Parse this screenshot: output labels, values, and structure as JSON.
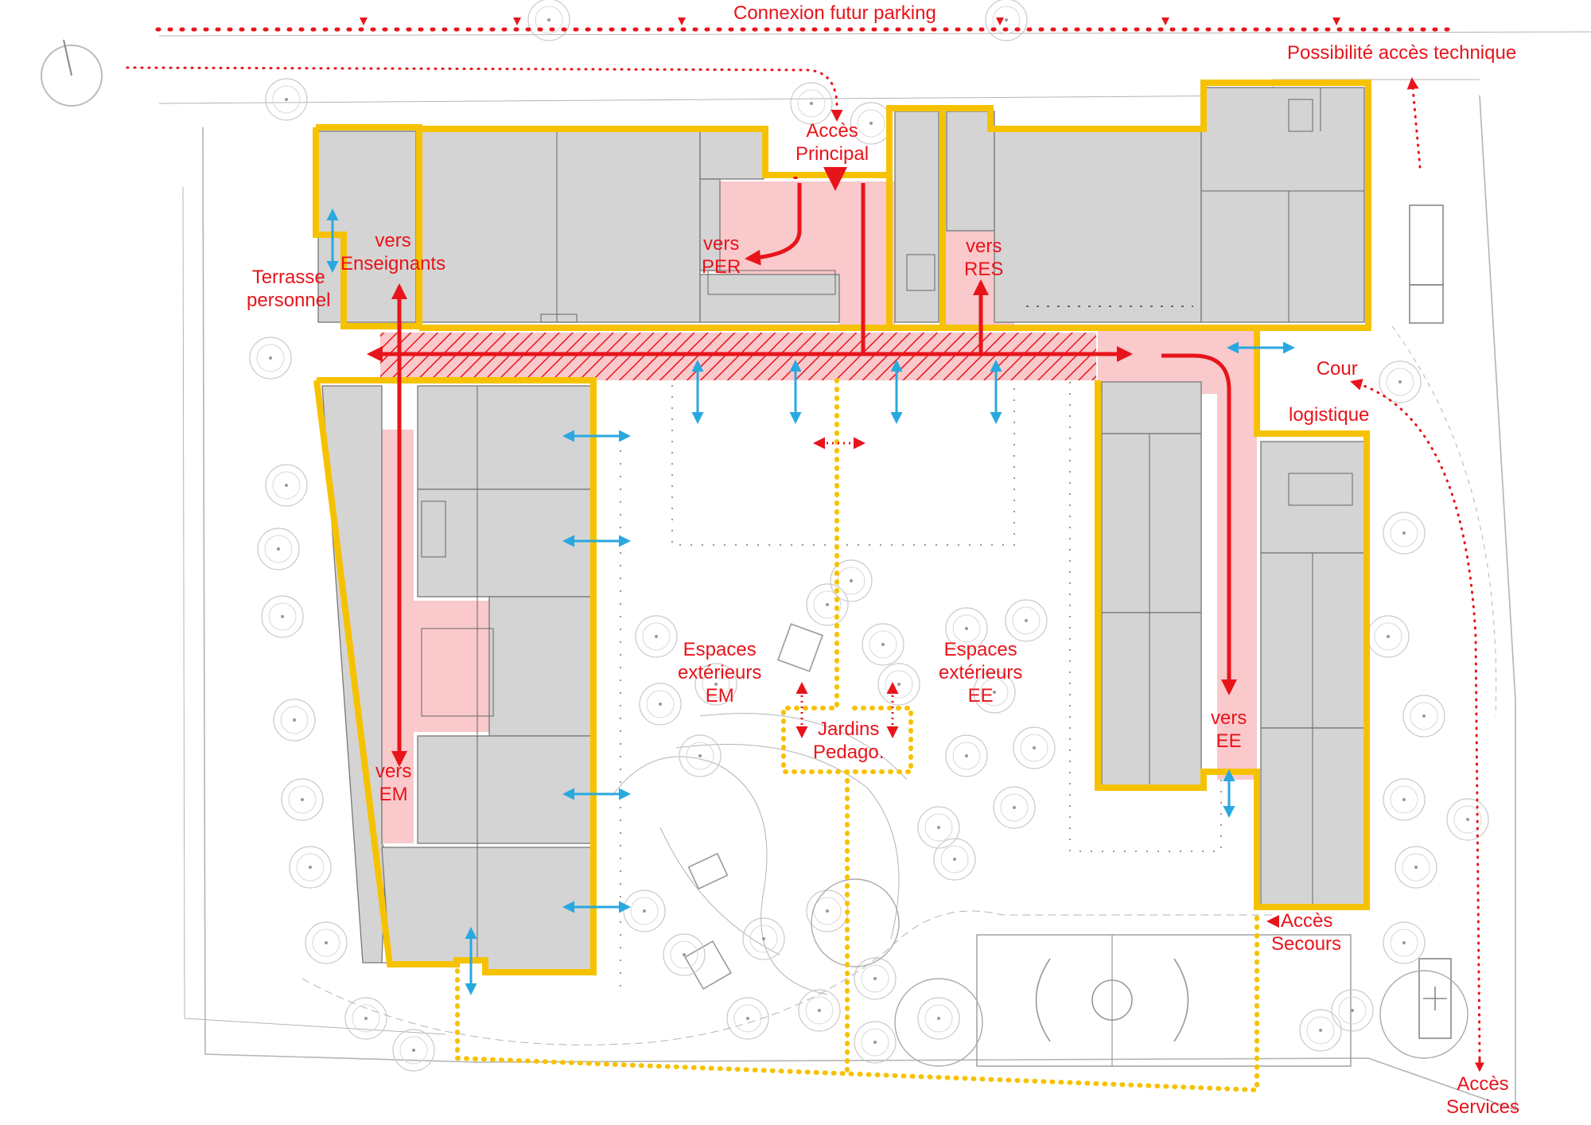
{
  "labels": {
    "connexion_parking": "Connexion futur parking",
    "acces_technique": "Possibilité accès technique",
    "acces_principal": [
      "Accès",
      "Principal"
    ],
    "vers_enseignants": [
      "vers",
      "Enseignants"
    ],
    "terrasse_personnel": [
      "Terrasse",
      "personnel"
    ],
    "vers_per": [
      "vers",
      "PER"
    ],
    "vers_res": [
      "vers",
      "RES"
    ],
    "cour_logistique": [
      "Cour",
      "logistique"
    ],
    "espaces_em": [
      "Espaces",
      "extérieurs",
      "EM"
    ],
    "espaces_ee": [
      "Espaces",
      "extérieurs",
      "EE"
    ],
    "jardins": [
      "Jardins",
      "Pedago."
    ],
    "vers_em": [
      "vers",
      "EM"
    ],
    "vers_ee": [
      "vers",
      "EE"
    ],
    "acces_secours": [
      "Accès",
      "Secours"
    ],
    "acces_services": [
      "Accès",
      "Services"
    ]
  },
  "colors": {
    "building_outline": "#f6c200",
    "room_fill": "#d4d4d4",
    "circulation_fill": "#f9c9cb",
    "circulation_arrow": "#e8141b",
    "opening_arrow": "#29a8e0",
    "site_lines": "#b4b4b4"
  }
}
